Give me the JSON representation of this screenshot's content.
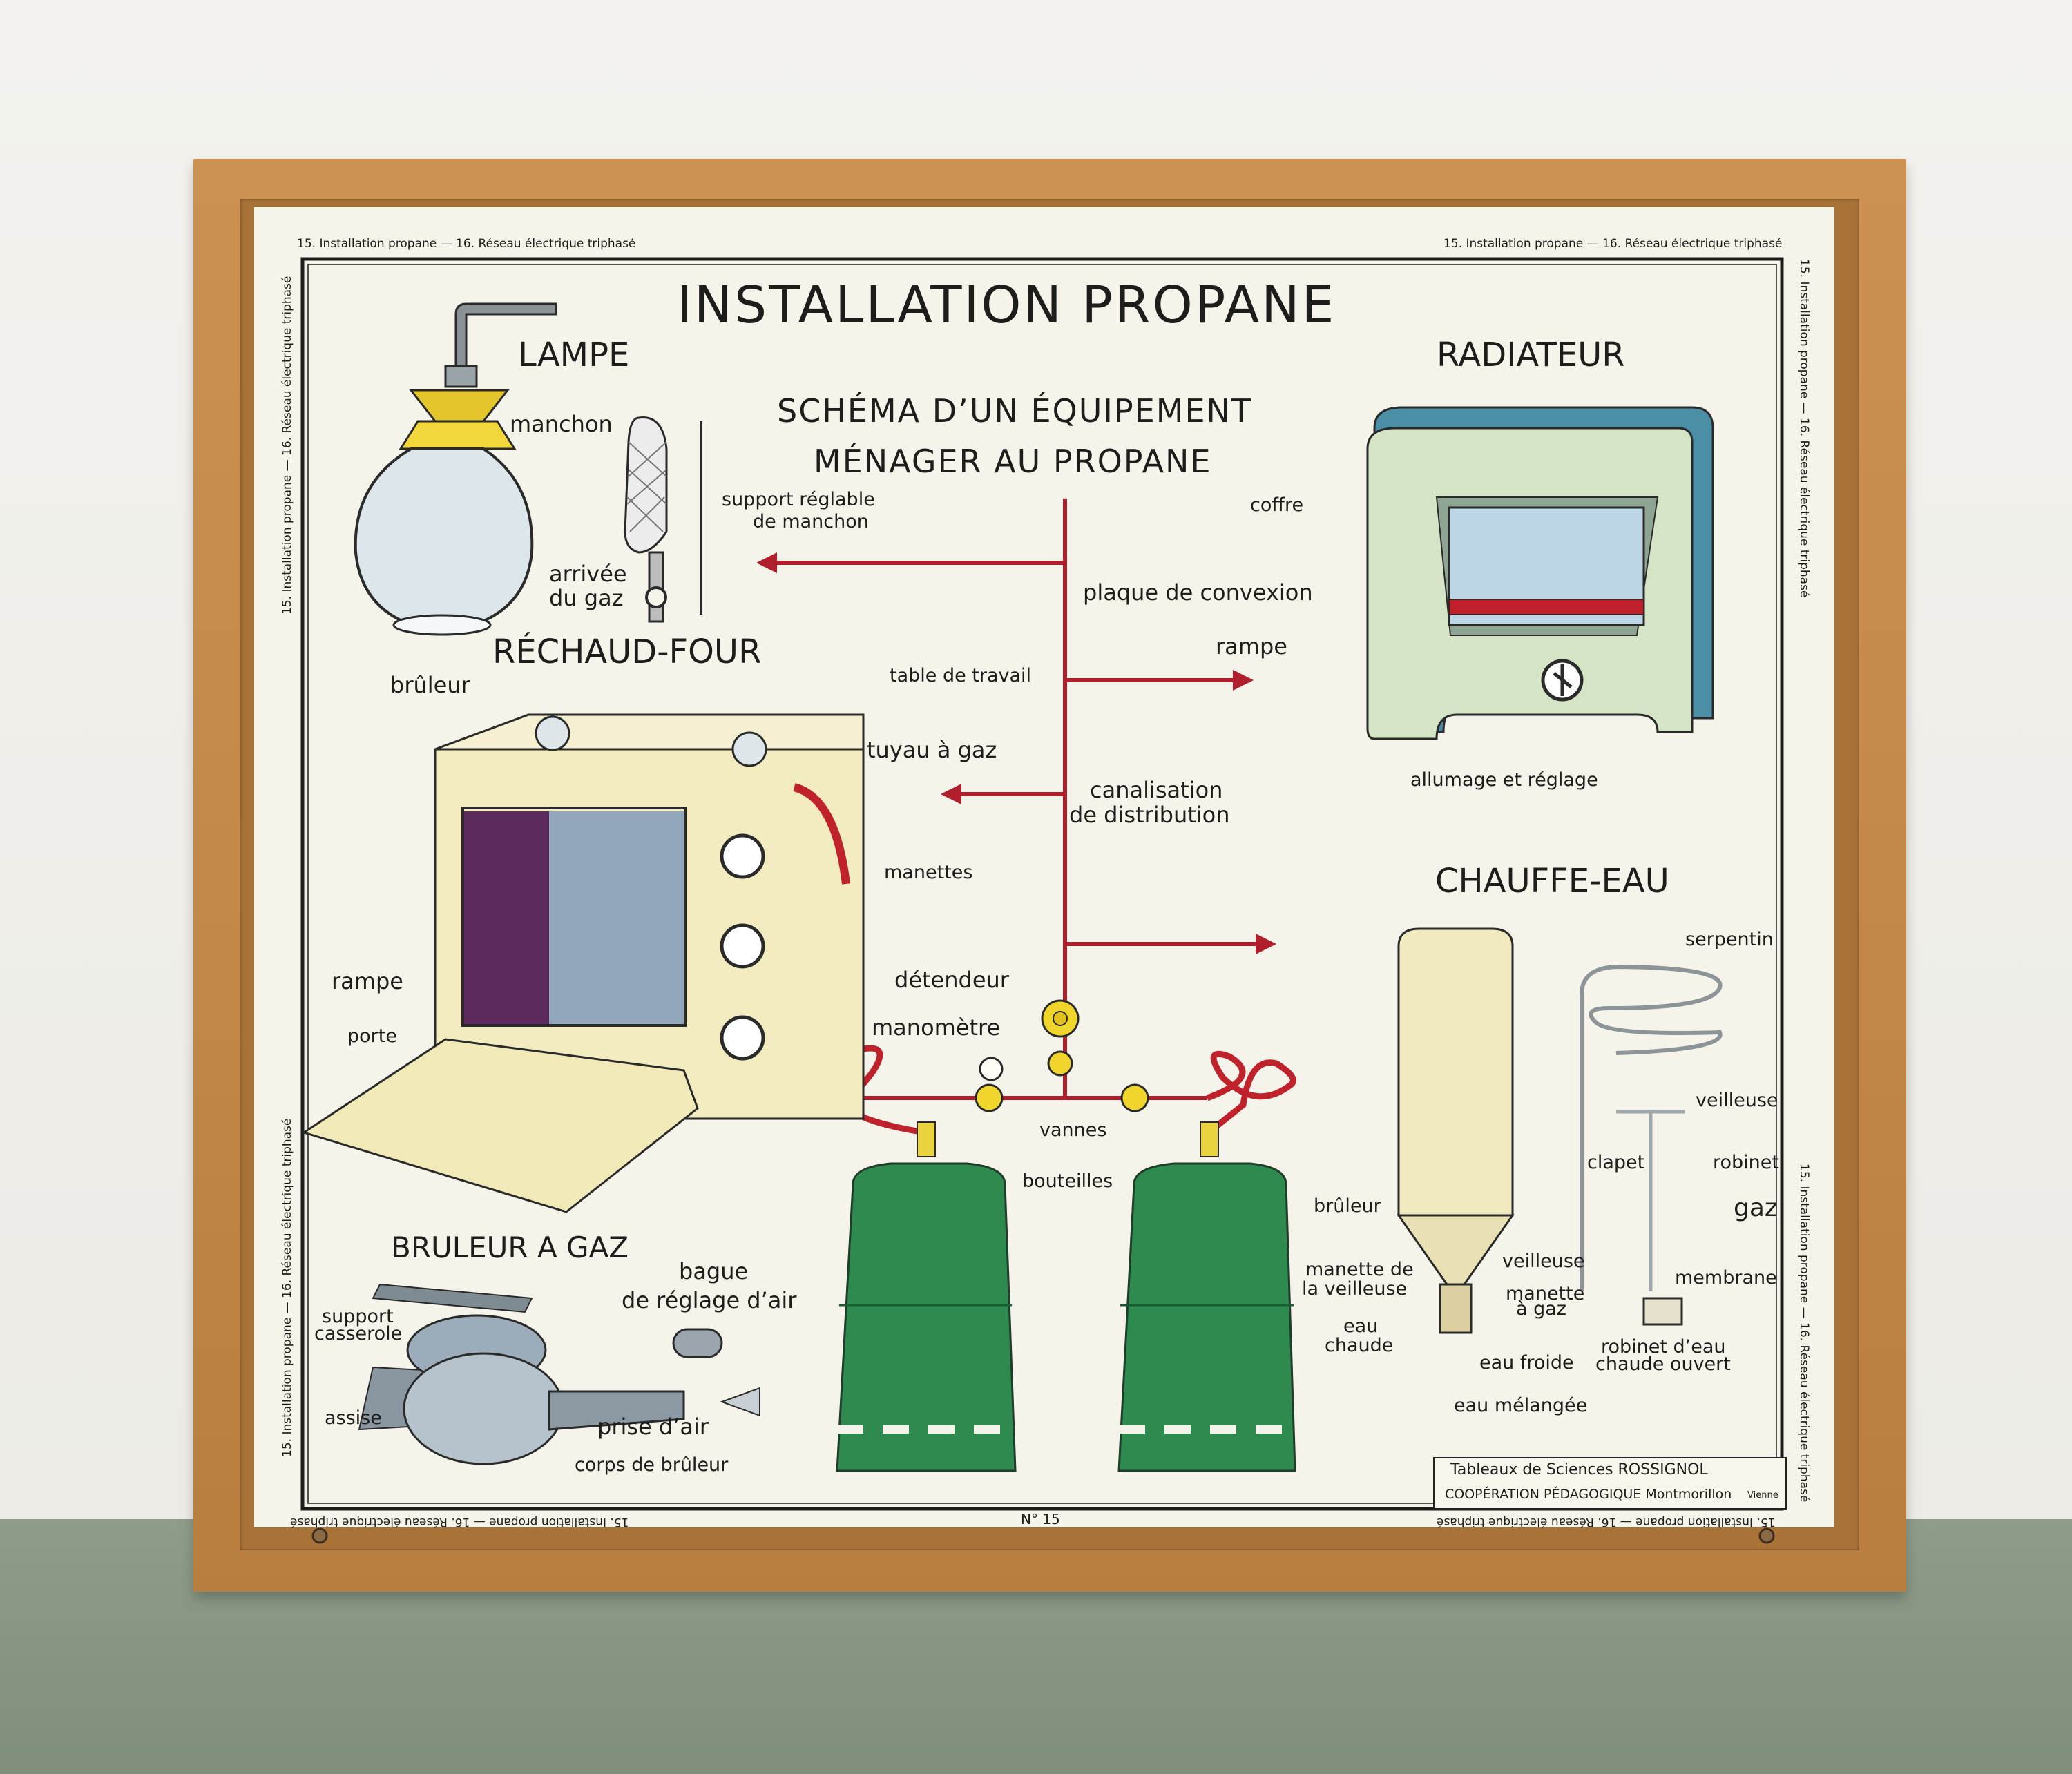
{
  "title": "INSTALLATION   PROPANE",
  "subtitle_line1": "SCHÉMA D’UN ÉQUIPEMENT",
  "subtitle_line2": "MÉNAGER AU PROPANE",
  "series_label": "15. Installation propane — 16. Réseau électrique triphasé",
  "plate_number": "N° 15",
  "credit": {
    "line1": "Tableaux de Sciences ROSSIGNOL",
    "line2": "COOPÉRATION PÉDAGOGIQUE  Montmorillon",
    "line3": "Vienne"
  },
  "sections": {
    "lampe": "LAMPE",
    "radiateur": "RADIATEUR",
    "rechaud": "RÉCHAUD-FOUR",
    "chauffe_eau": "CHAUFFE-EAU",
    "bruleur": "BRULEUR A GAZ"
  },
  "labels": {
    "manchon": "manchon",
    "support_reglable_1": "support réglable",
    "support_reglable_2": "de manchon",
    "arrivee_1": "arrivée",
    "arrivee_2": "du gaz",
    "coffre": "coffre",
    "plaque": "plaque de convexion",
    "rampe_radiateur": "rampe",
    "allumage": "allumage et réglage",
    "bruleur_four": "brûleur",
    "table_travail": "table de travail",
    "tuyau": "tuyau à gaz",
    "canalisation_1": "canalisation",
    "canalisation_2": "de distribution",
    "manettes": "manettes",
    "rampe_four": "rampe",
    "porte": "porte",
    "detendeur": "détendeur",
    "manometre": "manomètre",
    "vannes": "vannes",
    "bouteilles": "bouteilles",
    "serpentin": "serpentin",
    "veilleuse_ce": "veilleuse",
    "clapet": "clapet",
    "robinet": "robinet",
    "gaz": "gaz",
    "membrane": "membrane",
    "bruleur_ce": "brûleur",
    "veilleuse2": "veilleuse",
    "manette_veilleuse_1": "manette de",
    "manette_veilleuse_2": "la veilleuse",
    "manette_gaz_1": "manette",
    "manette_gaz_2": "à gaz",
    "eau_chaude_1": "eau",
    "eau_chaude_2": "chaude",
    "eau_froide": "eau froide",
    "robinet_eau_1": "robinet d’eau",
    "robinet_eau_2": "chaude ouvert",
    "eau_melangee": "eau mélangée",
    "support_casserole_1": "support",
    "support_casserole_2": "casserole",
    "bague_1": "bague",
    "bague_2": "de réglage d’air",
    "assise": "assise",
    "prise_air": "prise d’air",
    "corps": "corps de brûleur"
  },
  "colors": {
    "frame_wood": "#c68b4c",
    "poster": "#f6f3ea",
    "pipe_red": "#b0202c",
    "bottle_green": "#2e8a4e",
    "brass_yellow": "#e8d23a",
    "radiator_green": "#d5e4c4",
    "radiator_blue": "#4b8fa6",
    "oven_cream": "#f2ecc0"
  }
}
